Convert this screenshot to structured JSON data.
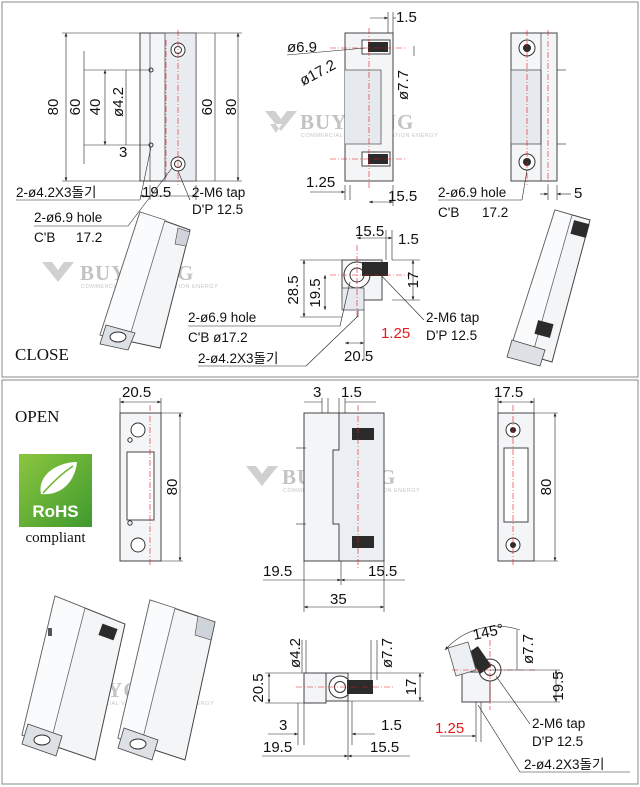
{
  "sections": {
    "close": {
      "label": "CLOSE"
    },
    "open": {
      "label": "OPEN"
    }
  },
  "watermark": {
    "brand": "BUYOUNG",
    "tagline": "COMMERCIAL VALUE OF CREATION ENERGY"
  },
  "rohs": {
    "label": "RoHS",
    "sub": "compliant"
  },
  "close": {
    "front": {
      "d80": "80",
      "d60a": "60",
      "d40": "40",
      "d42": "ø4.2",
      "d60b": "60",
      "d80b": "80",
      "d3": "3",
      "d195": "19.5",
      "note_holes": "2-ø4.2X3돌기",
      "note_tap_a": "2-M6 tap",
      "note_tap_b": "D'P 12.5",
      "note_cb_a": "2-ø6.9 hole",
      "note_cb_b": "C'B",
      "note_cb_c": "17.2"
    },
    "side": {
      "d15": "1.5",
      "d69": "ø6.9",
      "d172": "ø17.2",
      "d77": "ø7.7",
      "d125": "1.25",
      "d155": "15.5"
    },
    "back": {
      "note_a": "2-ø6.9 hole",
      "note_b": "C'B",
      "note_c": "17.2",
      "d5": "5"
    },
    "top": {
      "d155": "15.5",
      "d15": "1.5",
      "d285": "28.5",
      "d195": "19.5",
      "d17": "17",
      "note_cb_a": "2-ø6.9 hole",
      "note_cb_b": "C'B ø17.2",
      "note_tap_a": "2-M6 tap",
      "note_tap_b": "D'P 12.5",
      "d125": "1.25",
      "d205": "20.5",
      "note_holes": "2-ø4.2X3돌기"
    }
  },
  "open": {
    "left": {
      "d205": "20.5",
      "d80": "80"
    },
    "middle": {
      "d3": "3",
      "d15": "1.5",
      "d195": "19.5",
      "d155": "15.5",
      "d35": "35"
    },
    "right": {
      "d175": "17.5",
      "d80": "80"
    },
    "top_a": {
      "d42": "ø4.2",
      "d77": "ø7.7",
      "d205": "20.5",
      "d17": "17",
      "d3": "3",
      "d15": "1.5",
      "d195": "19.5",
      "d155": "15.5"
    },
    "top_b": {
      "d145": "145°",
      "d77": "ø7.7",
      "d195": "19.5",
      "d125": "1.25",
      "note_tap_a": "2-M6 tap",
      "note_tap_b": "D'P 12.5",
      "note_holes": "2-ø4.2X3돌기"
    }
  }
}
